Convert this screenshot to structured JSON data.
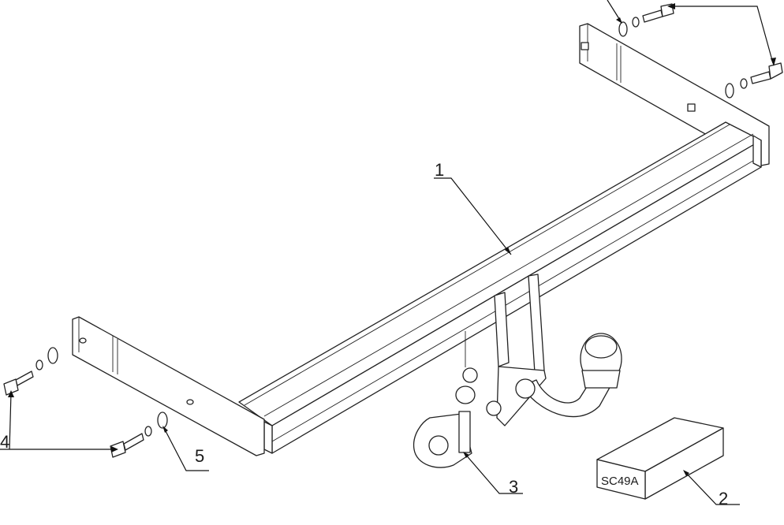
{
  "diagram": {
    "callouts": [
      {
        "id": "1",
        "text": "1"
      },
      {
        "id": "2",
        "text": "2"
      },
      {
        "id": "3",
        "text": "3"
      },
      {
        "id": "4",
        "text": "4"
      },
      {
        "id": "5",
        "text": "5"
      }
    ],
    "electrical_box_label": "SC49A",
    "colors": {
      "line": "#222222",
      "background": "#ffffff"
    }
  }
}
